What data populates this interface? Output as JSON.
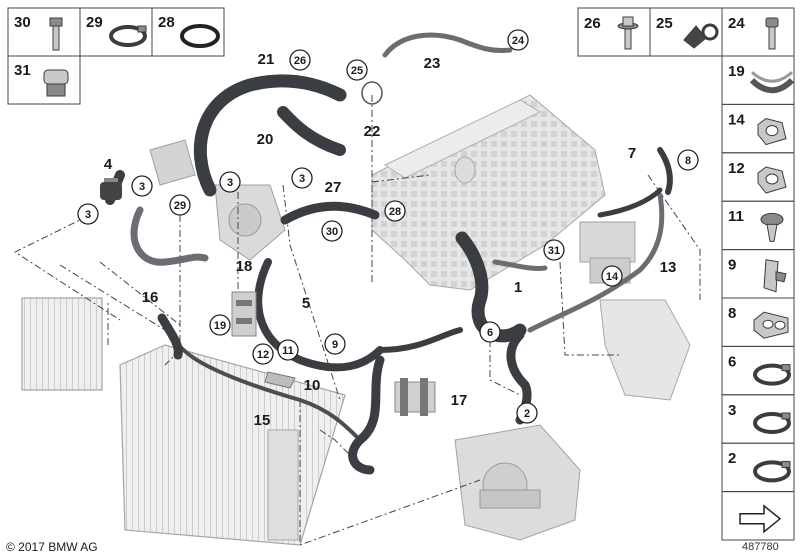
{
  "colors": {
    "hose": "#3a3e42",
    "hose_light": "#6a6e72",
    "part_gray": "#c9c9c9",
    "engine": "#e2e2e2",
    "outline": "#9a9a9a",
    "frame": "#333333"
  },
  "left_cells": [
    {
      "num": "30",
      "icon": "bolt-icon"
    },
    {
      "num": "29",
      "icon": "hose-clamp-icon"
    },
    {
      "num": "28",
      "icon": "o-ring-icon"
    },
    {
      "num": "31",
      "icon": "connector-icon"
    }
  ],
  "right_cells": [
    {
      "num": "26",
      "icon": "flange-bolt-icon"
    },
    {
      "num": "25",
      "icon": "holder-clip-icon"
    },
    {
      "num": "24",
      "icon": "socket-screw-icon"
    },
    {
      "num": "19",
      "icon": "clamp-strap-icon"
    },
    {
      "num": "14",
      "icon": "clip-icon"
    },
    {
      "num": "12",
      "icon": "clip-icon"
    },
    {
      "num": "11",
      "icon": "expanding-rivet-icon"
    },
    {
      "num": "9",
      "icon": "bracket-icon"
    },
    {
      "num": "8",
      "icon": "double-clip-icon"
    },
    {
      "num": "6",
      "icon": "hose-clamp-icon"
    },
    {
      "num": "3",
      "icon": "hose-clamp-icon"
    },
    {
      "num": "2",
      "icon": "hose-clamp-icon"
    },
    {
      "num": "",
      "icon": "arrow-icon"
    }
  ],
  "callouts": [
    {
      "text": "21",
      "style": "plain"
    },
    {
      "text": "26",
      "style": "circle"
    },
    {
      "text": "25",
      "style": "circle"
    },
    {
      "text": "23",
      "style": "plain"
    },
    {
      "text": "24",
      "style": "circle"
    },
    {
      "text": "22",
      "style": "plain"
    },
    {
      "text": "20",
      "style": "plain"
    },
    {
      "text": "4",
      "style": "plain"
    },
    {
      "text": "3",
      "style": "circle"
    },
    {
      "text": "3",
      "style": "circle"
    },
    {
      "text": "3",
      "style": "circle"
    },
    {
      "text": "3",
      "style": "circle"
    },
    {
      "text": "29",
      "style": "circle"
    },
    {
      "text": "27",
      "style": "plain"
    },
    {
      "text": "28",
      "style": "circle"
    },
    {
      "text": "30",
      "style": "circle"
    },
    {
      "text": "7",
      "style": "plain"
    },
    {
      "text": "8",
      "style": "circle"
    },
    {
      "text": "31",
      "style": "circle"
    },
    {
      "text": "14",
      "style": "circle"
    },
    {
      "text": "13",
      "style": "plain"
    },
    {
      "text": "16",
      "style": "plain"
    },
    {
      "text": "18",
      "style": "plain"
    },
    {
      "text": "19",
      "style": "circle"
    },
    {
      "text": "5",
      "style": "plain"
    },
    {
      "text": "9",
      "style": "circle"
    },
    {
      "text": "1",
      "style": "plain"
    },
    {
      "text": "6",
      "style": "circle"
    },
    {
      "text": "12",
      "style": "circle"
    },
    {
      "text": "11",
      "style": "circle"
    },
    {
      "text": "10",
      "style": "plain"
    },
    {
      "text": "17",
      "style": "plain"
    },
    {
      "text": "15",
      "style": "plain"
    },
    {
      "text": "2",
      "style": "circle"
    }
  ],
  "footer": {
    "copyright": "© 2017 BMW AG",
    "diagram_id": "487780"
  }
}
